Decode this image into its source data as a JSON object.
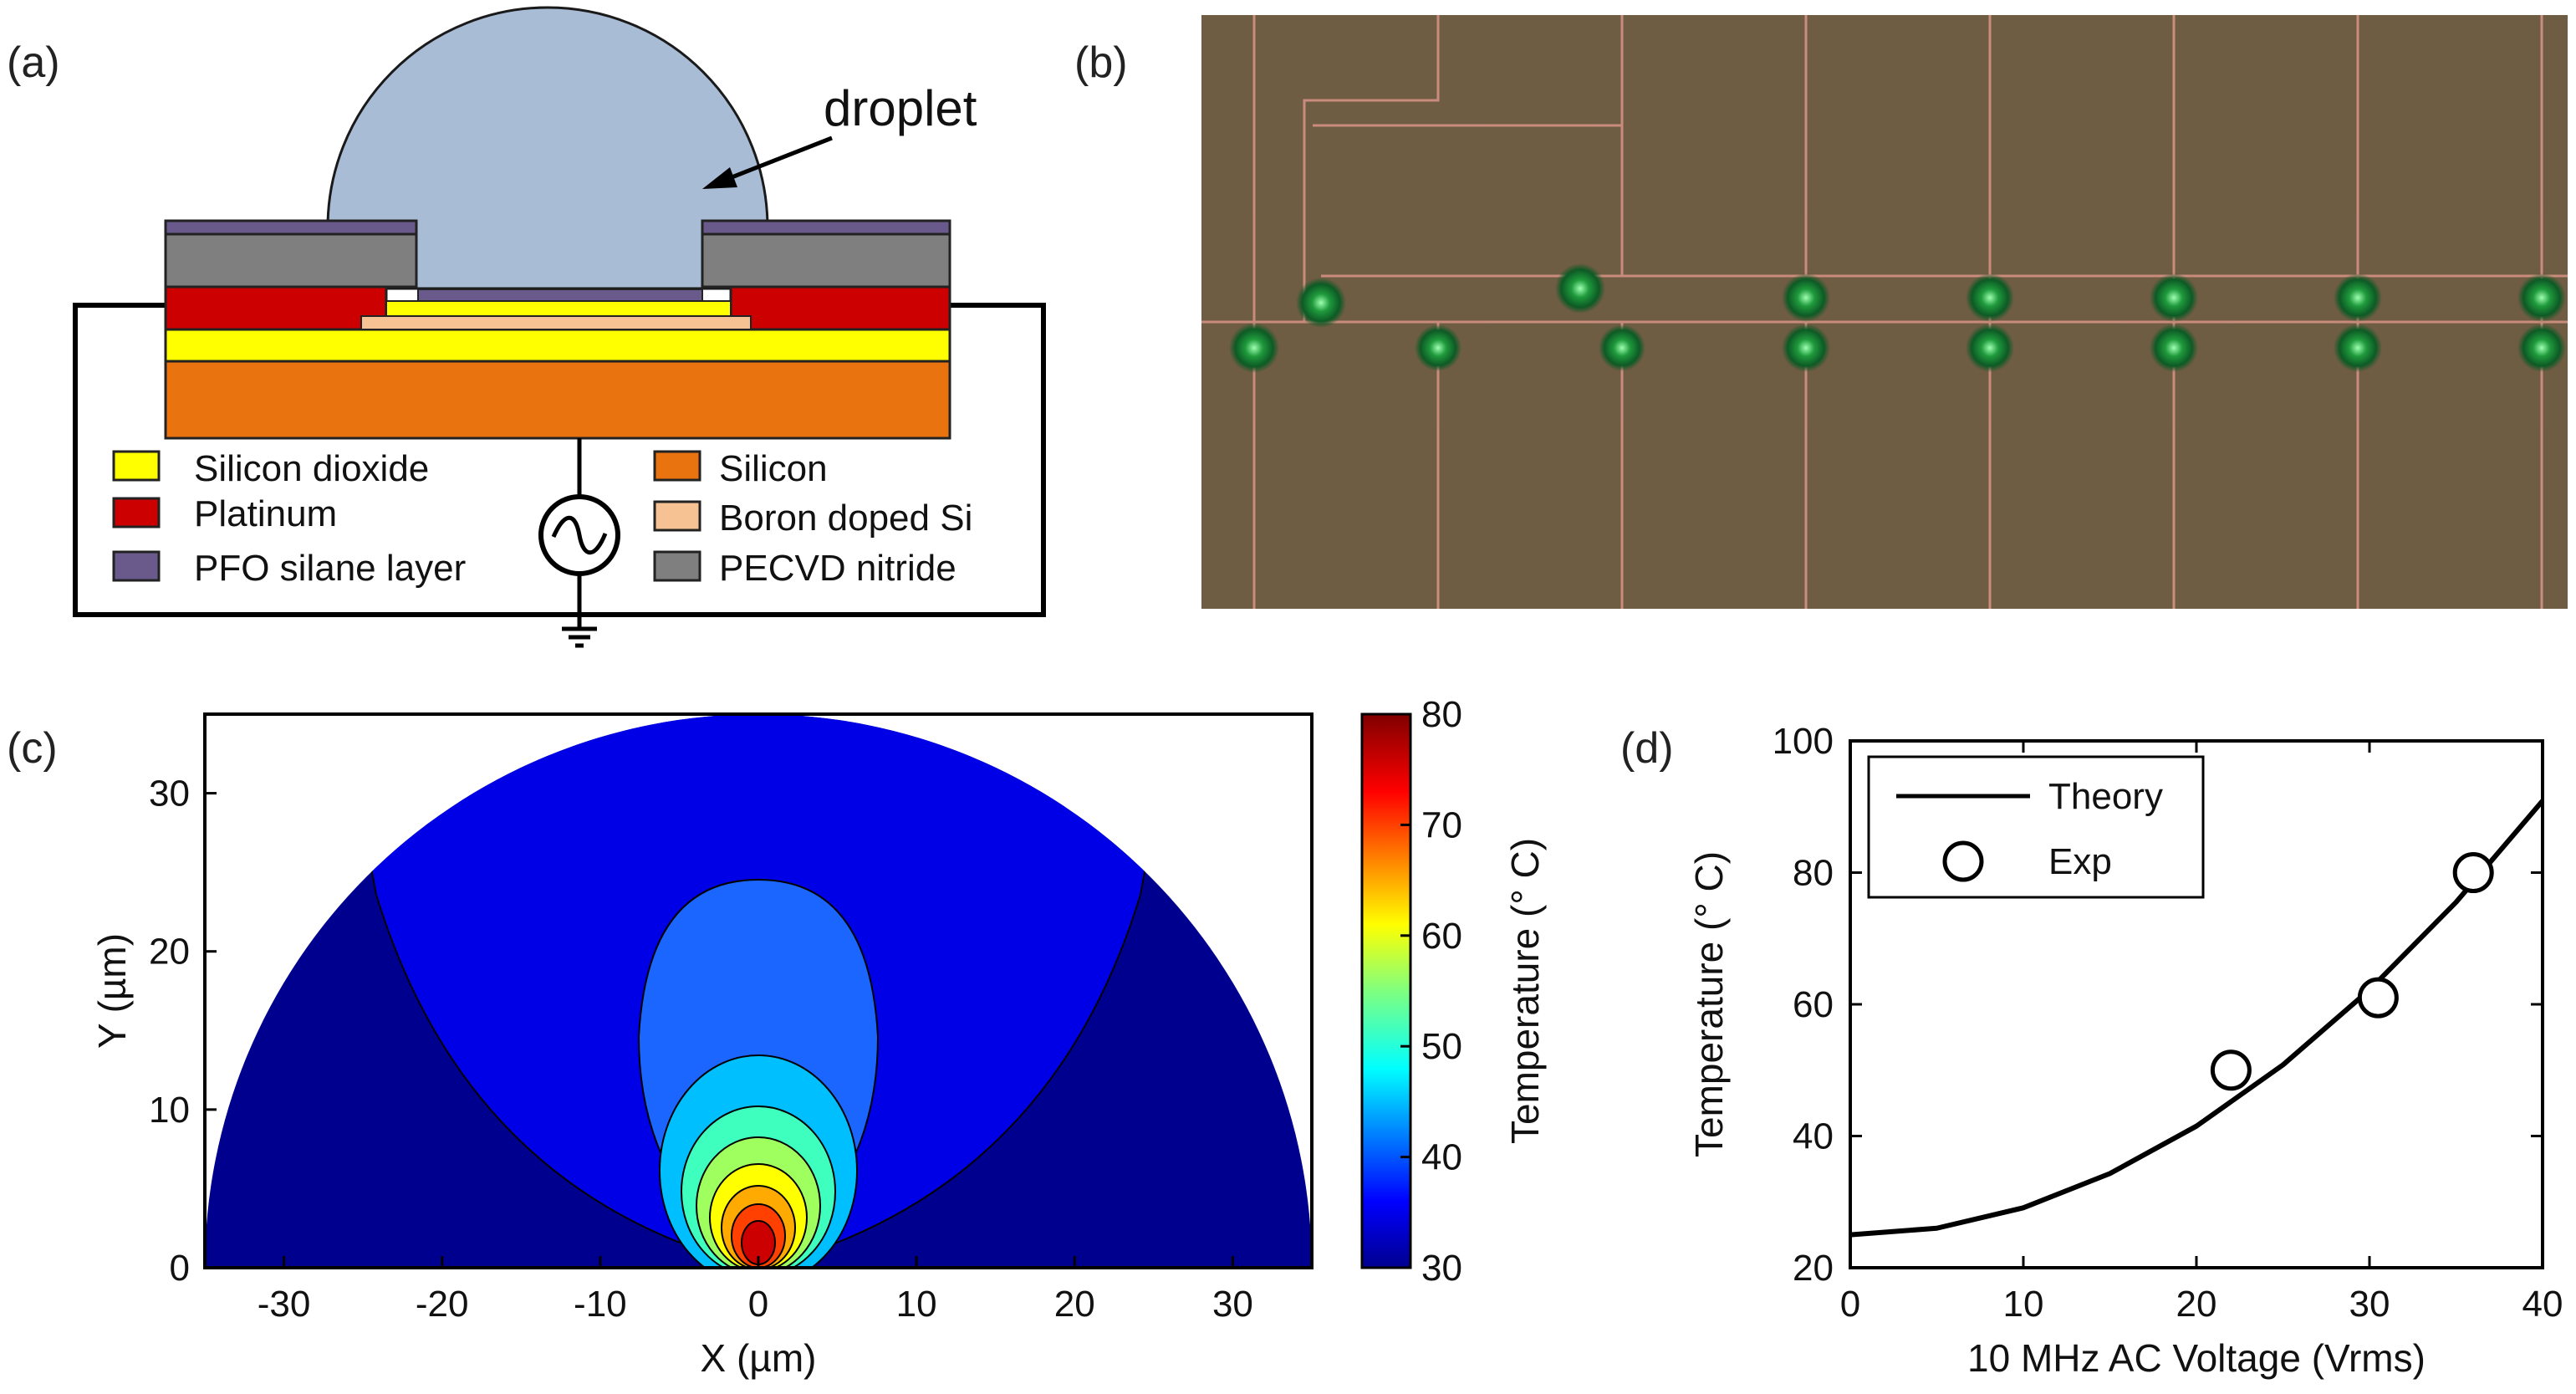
{
  "panels": {
    "a": {
      "label": "(a)",
      "droplet_label": "droplet",
      "legend": [
        {
          "text": "Silicon dioxide",
          "color": "#ffff00"
        },
        {
          "text": "Platinum",
          "color": "#cc0000"
        },
        {
          "text": "PFO silane layer",
          "color": "#6a5a8c"
        },
        {
          "text": "Silicon",
          "color": "#e8730f"
        },
        {
          "text": "Boron doped Si",
          "color": "#f6c294"
        },
        {
          "text": "PECVD nitride",
          "color": "#7f7f7f"
        }
      ]
    },
    "b": {
      "label": "(b)"
    },
    "c": {
      "label": "(c)",
      "xlabel": "X (µm)",
      "ylabel": "Y (µm)",
      "colorbar_label": "Temperature (° C)",
      "xticks": [
        "-30",
        "-20",
        "-10",
        "0",
        "10",
        "20",
        "30"
      ],
      "yticks": [
        "0",
        "10",
        "20",
        "30"
      ],
      "cticks": [
        "30",
        "40",
        "50",
        "60",
        "70",
        "80"
      ]
    },
    "d": {
      "label": "(d)"
    }
  },
  "chart_data": [
    {
      "type": "heatmap",
      "xlabel": "X (µm)",
      "ylabel": "Y (µm)",
      "xlim": [
        -35,
        35
      ],
      "ylim": [
        0,
        35
      ],
      "colorbar": {
        "label": "Temperature (° C)",
        "range": [
          30,
          80
        ],
        "ticks": [
          30,
          40,
          50,
          60,
          70,
          80
        ]
      },
      "description_levels": [
        31,
        33,
        35,
        40,
        45,
        50,
        55,
        60,
        65,
        70,
        75
      ],
      "peak": {
        "x": 0,
        "y": 1.5,
        "value": 80
      }
    },
    {
      "type": "line",
      "xlabel": "10 MHz AC Voltage (Vrms)",
      "ylabel": "Temperature (° C)",
      "xlim": [
        0,
        40
      ],
      "ylim": [
        20,
        100
      ],
      "xticks": [
        0,
        10,
        20,
        30,
        40
      ],
      "yticks": [
        20,
        40,
        60,
        80,
        100
      ],
      "legend_position": "top-left",
      "series": [
        {
          "name": "Theory",
          "style": "line",
          "x": [
            0,
            5,
            10,
            15,
            20,
            25,
            30,
            35,
            40
          ],
          "y": [
            25,
            26,
            29.1,
            34.3,
            41.5,
            50.8,
            62.2,
            75.5,
            90.9
          ]
        },
        {
          "name": "Exp",
          "style": "open-circle",
          "x": [
            22,
            30.5,
            36
          ],
          "y": [
            50,
            61,
            80
          ]
        }
      ]
    }
  ]
}
